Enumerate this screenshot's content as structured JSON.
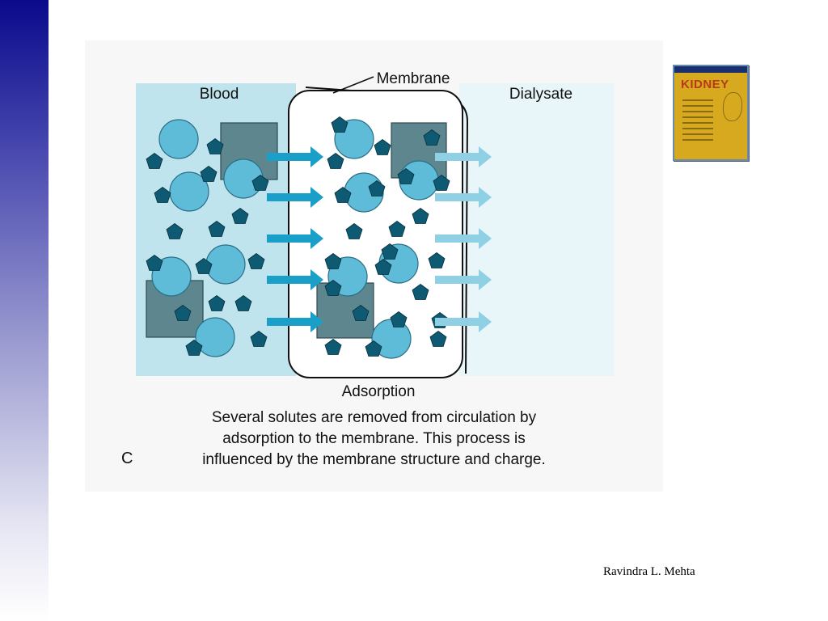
{
  "slide": {
    "author": "Ravindra L. Mehta"
  },
  "figure": {
    "blood_label": "Blood",
    "membrane_label": "Membrane",
    "dialysate_label": "Dialysate",
    "process_label": "Adsorption",
    "panel_letter": "C",
    "caption_lines": [
      "Several solutes are removed from circulation by",
      "adsorption to the membrane.  This process is",
      "influenced by the membrane structure and charge."
    ],
    "colors": {
      "blood_bg": "#bfe4ee",
      "dialysate_bg": "#e9f6f9",
      "circle": "#5fbcd8",
      "square": "#5d868e",
      "pentagon": "#0e5a72",
      "arrow_strong": "#1a9fc8",
      "arrow_light": "#8fd0e4"
    }
  },
  "book": {
    "title": "KIDNEY",
    "icon": "book-cover-image"
  }
}
